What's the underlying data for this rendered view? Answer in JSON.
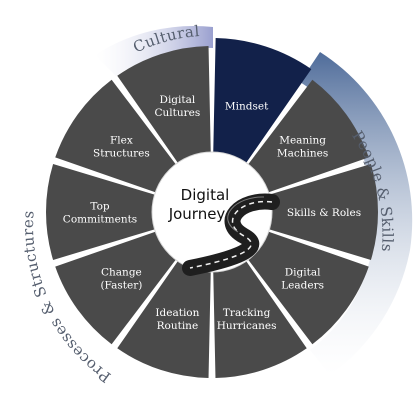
{
  "center": {
    "line1": "Digital",
    "line2": "Journey",
    "icon": "winding-road-icon"
  },
  "segments": [
    {
      "lines": [
        "Mindset"
      ],
      "color": "#12214a",
      "highlight": true
    },
    {
      "lines": [
        "Meaning",
        "Machines"
      ],
      "color": "#4a4a4a"
    },
    {
      "lines": [
        "Skills & Roles"
      ],
      "color": "#4a4a4a"
    },
    {
      "lines": [
        "Digital",
        "Leaders"
      ],
      "color": "#4a4a4a"
    },
    {
      "lines": [
        "Tracking",
        "Hurricanes"
      ],
      "color": "#4a4a4a"
    },
    {
      "lines": [
        "Ideation",
        "Routine"
      ],
      "color": "#4a4a4a"
    },
    {
      "lines": [
        "Change",
        "(Faster)"
      ],
      "color": "#4a4a4a"
    },
    {
      "lines": [
        "Top",
        "Commitments"
      ],
      "color": "#4a4a4a"
    },
    {
      "lines": [
        "Flex",
        "Structures"
      ],
      "color": "#4a4a4a"
    },
    {
      "lines": [
        "Digital",
        "Cultures"
      ],
      "color": "#4a4a4a"
    }
  ],
  "outer_arcs": [
    {
      "label": "Cultural",
      "color": "#aeb4d8"
    },
    {
      "label": "People & Skills",
      "color": "#8ea2c4"
    },
    {
      "label": "Processes & Structures",
      "color": "#b8d2ec"
    }
  ]
}
